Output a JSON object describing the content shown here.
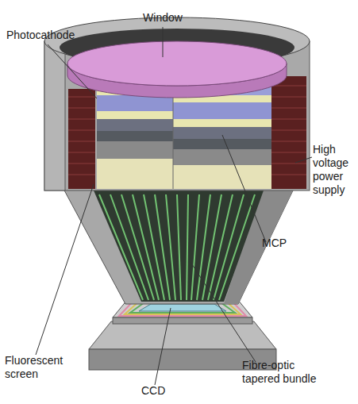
{
  "diagram": {
    "labels": [
      "Window",
      "Photocathode",
      "High voltage power supply",
      "MCP",
      "Fibre-optic tapered bundle",
      "Fluorescent screen",
      "CCD"
    ]
  }
}
